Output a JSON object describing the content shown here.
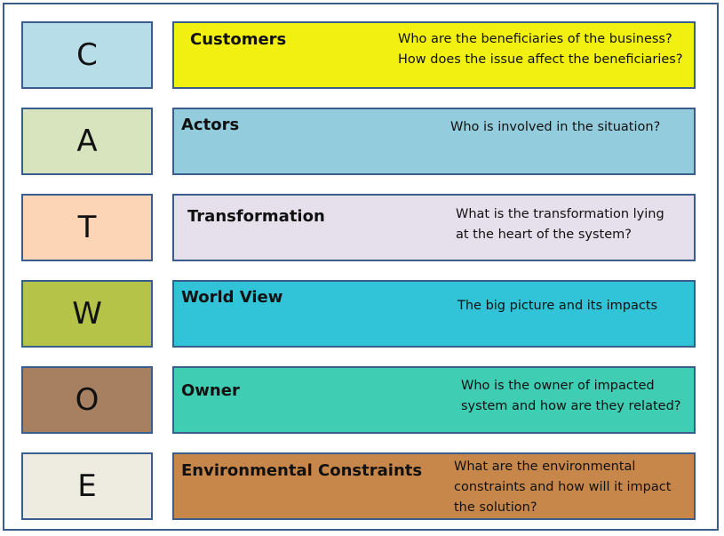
{
  "rows": [
    {
      "letter": "C",
      "letter_color": "#b7dde8",
      "title": "Customers",
      "box_color": "#f2f011",
      "question_lines": [
        "Who are the beneficiaries of the business?",
        "How does the issue affect the beneficiaries?"
      ]
    },
    {
      "letter": "A",
      "letter_color": "#d7e4bd",
      "title": "Actors",
      "box_color": "#93cddd",
      "question_lines": [
        "Who is involved in the situation?"
      ]
    },
    {
      "letter": "T",
      "letter_color": "#fbd5b5",
      "title": "Transformation",
      "box_color": "#e6e0ec",
      "question_lines": [
        "What is the transformation lying",
        "at the heart of the system?"
      ]
    },
    {
      "letter": "W",
      "letter_color": "#b5c448",
      "title": "World View",
      "box_color": "#31c4d8",
      "question_lines": [
        "The big picture and its impacts"
      ]
    },
    {
      "letter": "O",
      "letter_color": "#a68060",
      "title": "Owner",
      "box_color": "#3fcdb4",
      "question_lines": [
        "Who is the owner of impacted",
        "system and how are they related?"
      ]
    },
    {
      "letter": "E",
      "letter_color": "#eeece1",
      "title": "Environmental Constraints",
      "box_color": "#c8874a",
      "question_lines": [
        "What are the environmental",
        "constraints and how will it impact",
        "the solution?"
      ]
    }
  ]
}
